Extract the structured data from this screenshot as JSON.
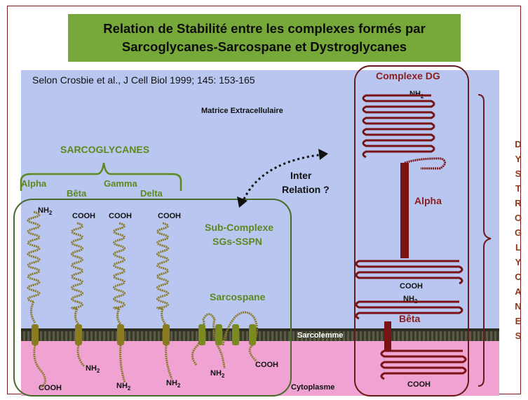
{
  "title": {
    "line1": "Relation de Stabilité entre les complexes formés par",
    "line2": "Sarcoglycanes-Sarcospane et Dystroglycanes"
  },
  "citation": "Selon Crosbie et al., J Cell Biol 1999; 145: 153-165",
  "regions": {
    "extracellular": "Matrice Extracellulaire",
    "sarcolemma": "Sarcolemme",
    "cytoplasm": "Cytoplasme"
  },
  "sarcoglycanes": {
    "heading": "SARCOGLYCANES",
    "alpha": "Alpha",
    "beta": "Bêta",
    "gamma": "Gamma",
    "delta": "Delta"
  },
  "interaction": {
    "line1": "Inter",
    "line2": "Relation ?"
  },
  "subcomplex": {
    "line1": "Sub-Complexe",
    "line2": "SGs-SSPN"
  },
  "sarcospane": "Sarcospane",
  "termini": {
    "nh2": "NH",
    "sub2": "2",
    "cooh": "COOH"
  },
  "dg": {
    "heading": "Complexe DG",
    "alpha": "Alpha",
    "beta": "Bêta"
  },
  "dystroglycanes_letters": [
    "D",
    "Y",
    "S",
    "T",
    "R",
    "O",
    "G",
    "L",
    "Y",
    "C",
    "A",
    "N",
    "E",
    "S"
  ],
  "colors": {
    "title_bg": "#76a83a",
    "sg_label": "#5a8a1e",
    "dg_label": "#8a1e1e",
    "protein_sg": "#8a7a2a",
    "protein_dg": "#7a1414"
  }
}
